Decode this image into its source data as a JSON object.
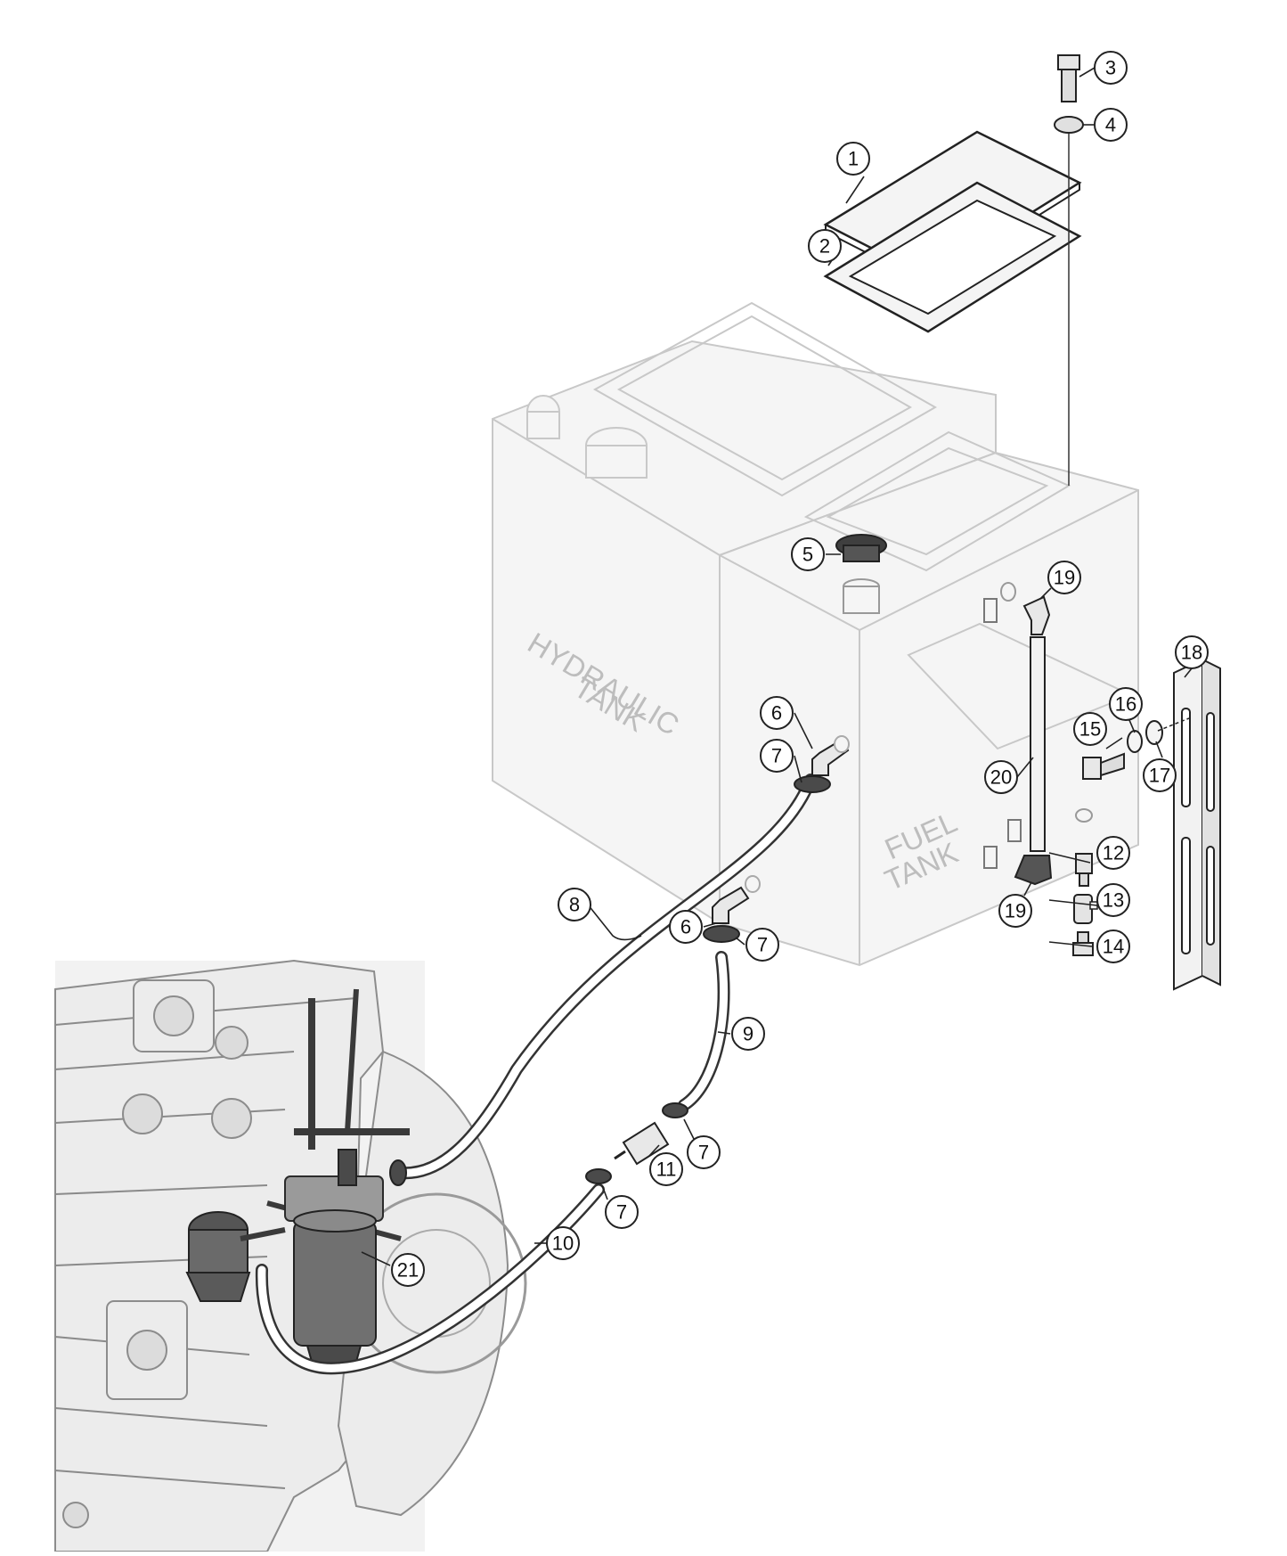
{
  "tanks": {
    "hydraulic_line1": "HYDRAULIC",
    "hydraulic_line2": "TANK",
    "fuel_line1": "FUEL",
    "fuel_line2": "TANK"
  },
  "callouts": {
    "c1": "1",
    "c2": "2",
    "c3": "3",
    "c4": "4",
    "c5": "5",
    "c6a": "6",
    "c6b": "6",
    "c7a": "7",
    "c7b": "7",
    "c7c": "7",
    "c7d": "7",
    "c8": "8",
    "c9": "9",
    "c10": "10",
    "c11": "11",
    "c12": "12",
    "c13": "13",
    "c14": "14",
    "c15": "15",
    "c16": "16",
    "c17": "17",
    "c18": "18",
    "c19a": "19",
    "c19b": "19",
    "c20": "20",
    "c21": "21"
  }
}
